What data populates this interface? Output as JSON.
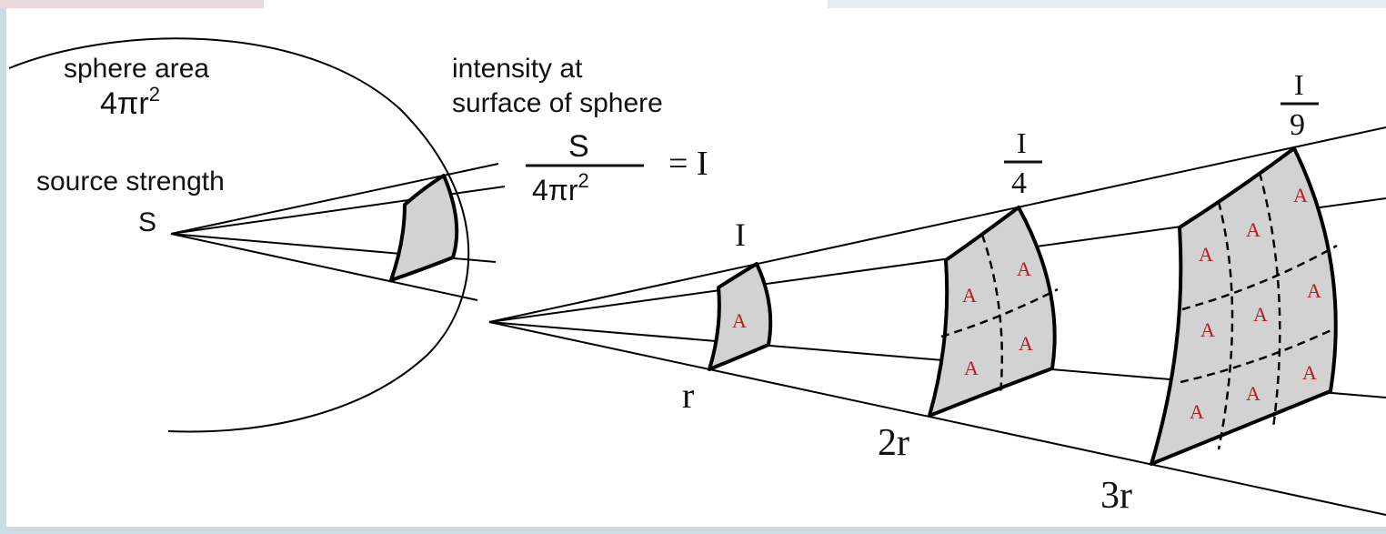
{
  "labels": {
    "sphere_area": "sphere area",
    "sphere_area_formula": "4πr",
    "sphere_area_exp": "2",
    "intensity_line1": "intensity at",
    "intensity_line2": "surface of sphere",
    "source_strength": "source strength",
    "source_symbol": "S",
    "fraction_num": "S",
    "fraction_den": "4πr",
    "fraction_den_exp": "2",
    "equals_I": "= I",
    "intensity_r": "I",
    "intensity_2r_num": "I",
    "intensity_2r_den": "4",
    "intensity_3r_num": "I",
    "intensity_3r_den": "9",
    "dist_r": "r",
    "dist_2r": "2r",
    "dist_3r": "3r",
    "area_unit": "A"
  },
  "colors": {
    "patch_fill": "#d2d2d2",
    "area_letter": "#b02020",
    "line": "#000000"
  }
}
